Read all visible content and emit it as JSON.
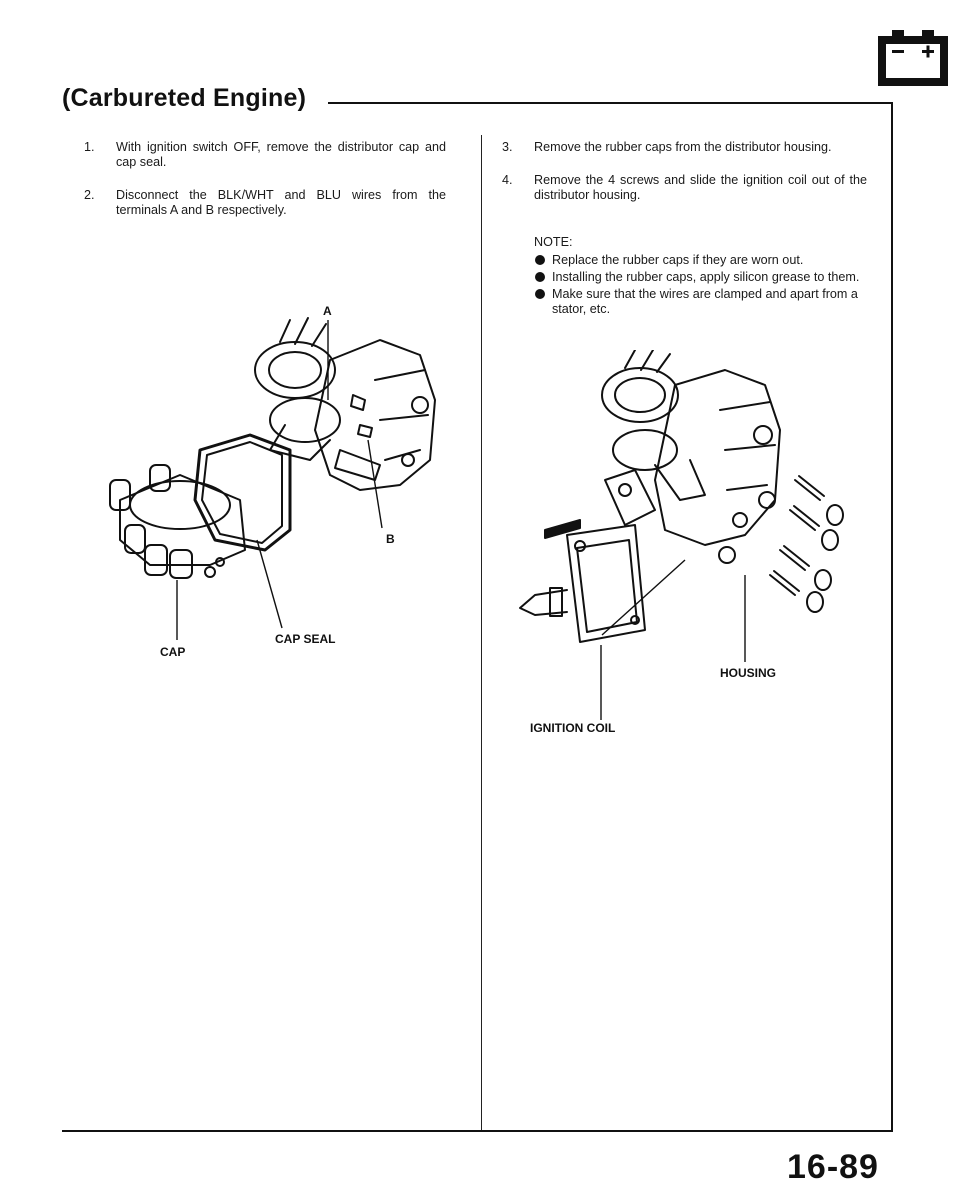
{
  "header": {
    "title": "(Carbureted Engine)",
    "battery_icon_label": "− +"
  },
  "left_column": {
    "steps": [
      {
        "num": "1.",
        "text": "With ignition switch OFF, remove the distributor cap and cap seal."
      },
      {
        "num": "2.",
        "text": "Disconnect the BLK/WHT and BLU wires from the terminals A and B respectively."
      }
    ],
    "diagram_labels": {
      "a": "A",
      "b": "B",
      "cap": "CAP",
      "cap_seal": "CAP SEAL"
    }
  },
  "right_column": {
    "steps": [
      {
        "num": "3.",
        "text": "Remove the rubber caps from the distributor housing."
      },
      {
        "num": "4.",
        "text": "Remove the 4 screws and slide the ignition coil out of the distributor housing."
      }
    ],
    "note": {
      "label": "NOTE:",
      "items": [
        "Replace the rubber caps if they are worn out.",
        "Installing the rubber caps, apply silicon grease to them.",
        "Make sure that the wires are clamped and apart from a stator, etc."
      ]
    },
    "diagram_labels": {
      "housing": "HOUSING",
      "ignition_coil": "IGNITION COIL"
    }
  },
  "footer": {
    "page_number": "16-89"
  }
}
